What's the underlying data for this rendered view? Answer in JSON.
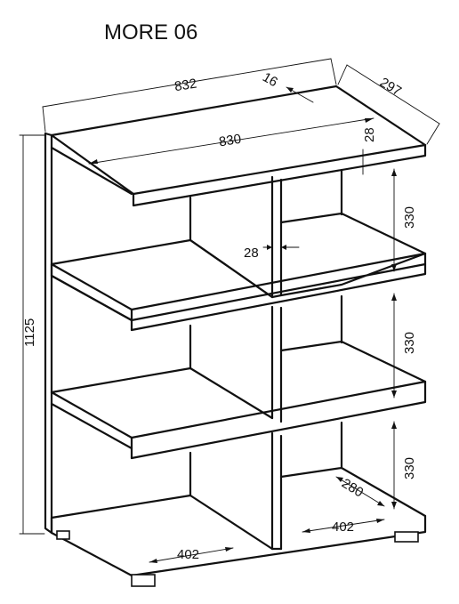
{
  "title": "MORE 06",
  "dimensions": {
    "outer_width": "832",
    "top_inner_width": "830",
    "back_offset": "16",
    "depth": "297",
    "top_thickness": "28",
    "divider_thickness": "28",
    "height": "1125",
    "compartment_height_1": "330",
    "compartment_height_2": "330",
    "compartment_height_3": "330",
    "inner_depth": "280",
    "left_cell_width": "402",
    "right_cell_width": "402"
  }
}
